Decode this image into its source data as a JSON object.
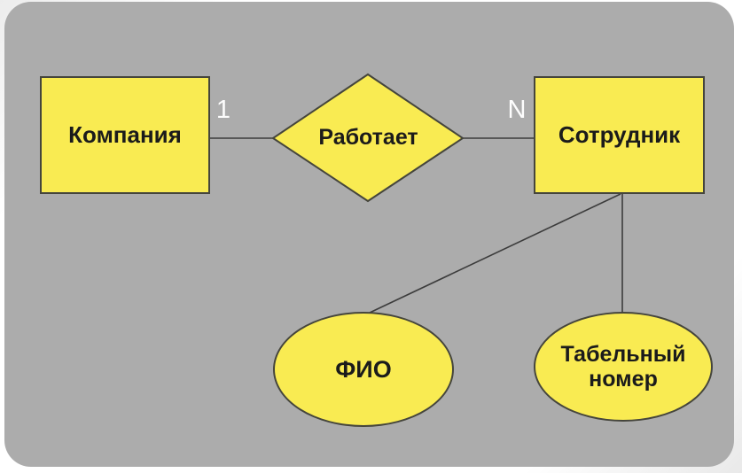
{
  "diagram": {
    "type": "er-diagram",
    "entities": [
      {
        "id": "company",
        "label": "Компания",
        "shape": "rectangle"
      },
      {
        "id": "employee",
        "label": "Сотрудник",
        "shape": "rectangle"
      }
    ],
    "relationship": {
      "label": "Работает",
      "shape": "diamond",
      "left_cardinality": "1",
      "right_cardinality": "N",
      "connects": [
        "Компания",
        "Сотрудник"
      ]
    },
    "attributes": [
      {
        "id": "fio",
        "label": "ФИО",
        "shape": "ellipse",
        "belongs_to": "Сотрудник"
      },
      {
        "id": "personnel-number",
        "label": "Табельный номер",
        "shape": "ellipse",
        "belongs_to": "Сотрудник"
      }
    ],
    "colors": {
      "shape_fill": "#F9EB52",
      "shape_border": "#45453C",
      "connector_line": "#3C3C3C",
      "canvas_background": "#ACACAC",
      "shape_text": "#1B1B1B",
      "cardinality_text": "#FDFDFD"
    }
  }
}
